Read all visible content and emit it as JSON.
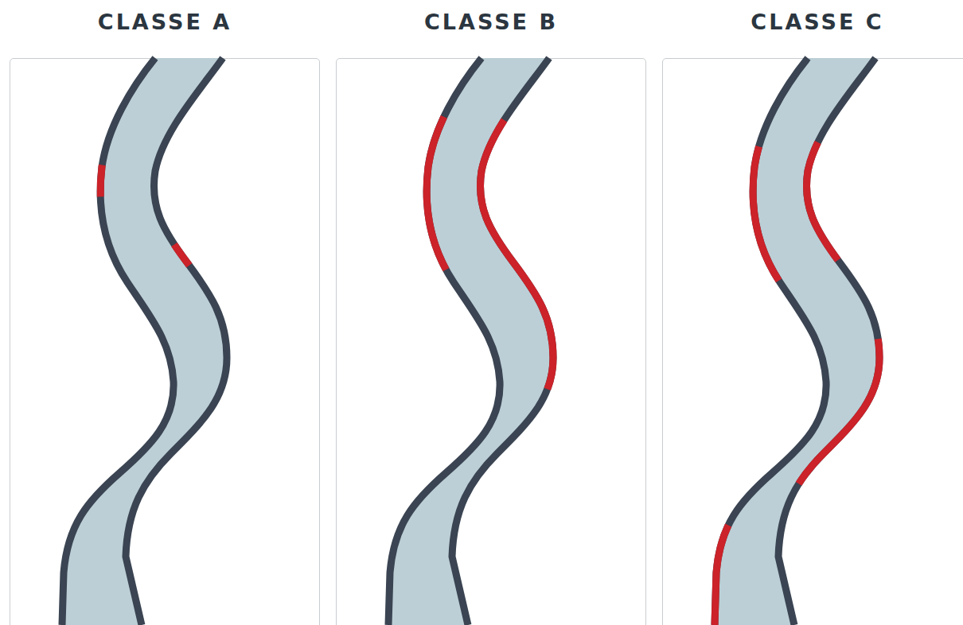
{
  "diagram": {
    "nodes": [
      {
        "text": [
          "CLASSE A"
        ]
      },
      {
        "text": [
          "CLASSE B"
        ]
      },
      {
        "text": [
          "CLASSE C"
        ]
      }
    ]
  }
}
